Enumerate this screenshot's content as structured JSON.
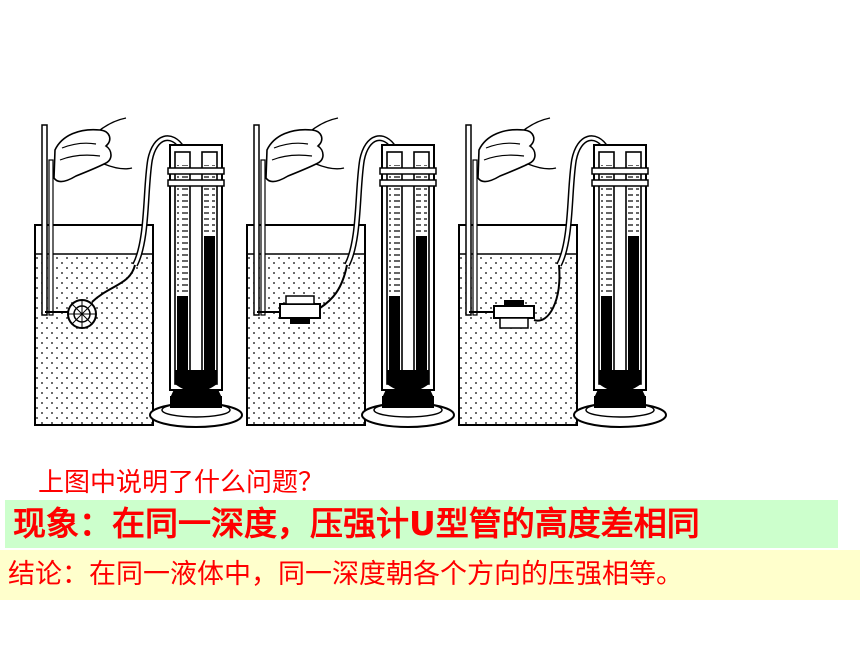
{
  "slide": {
    "question": "上图中说明了什么问题？",
    "phenomenon": "现象：在同一深度，压强计U型管的高度差相同",
    "conclusion": "结论：在同一液体中，同一深度朝各个方向的压强相等。"
  },
  "colors": {
    "ink": "#000000",
    "text": "#ff0000",
    "phenomenon_bg": "#ccffcc",
    "conclusion_bg": "#ffffcc"
  },
  "figure": {
    "apparatus_count": 3,
    "probe_orientations": [
      "side",
      "up",
      "down"
    ]
  }
}
